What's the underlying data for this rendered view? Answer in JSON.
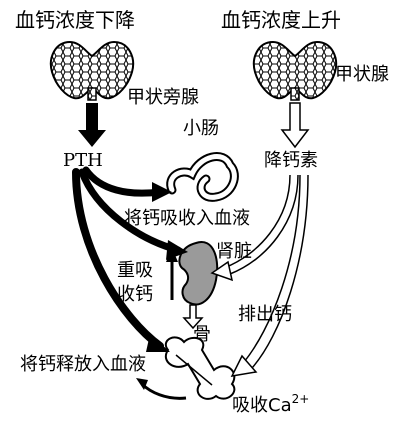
{
  "labels": {
    "left_title": "血钙浓度下降",
    "right_title": "血钙浓度上升",
    "parathyroid": "甲状旁腺",
    "thyroid": "甲状腺",
    "pth": "PTH",
    "calcitonin": "降钙素",
    "intestine": "小肠",
    "absorb_to_blood": "将钙吸收入血液",
    "kidney": "肾脏",
    "reabsorb_top": "重吸",
    "reabsorb_bottom": "收钙",
    "excrete": "排出钙",
    "bone": "骨",
    "release_to_blood": "将钙释放入血液",
    "absorb_ca_prefix": "吸收Ca",
    "ca_superscript": "2+"
  },
  "colors": {
    "ink": "#000000",
    "kidney_fill": "#9a9a9a",
    "background": "#ffffff"
  }
}
